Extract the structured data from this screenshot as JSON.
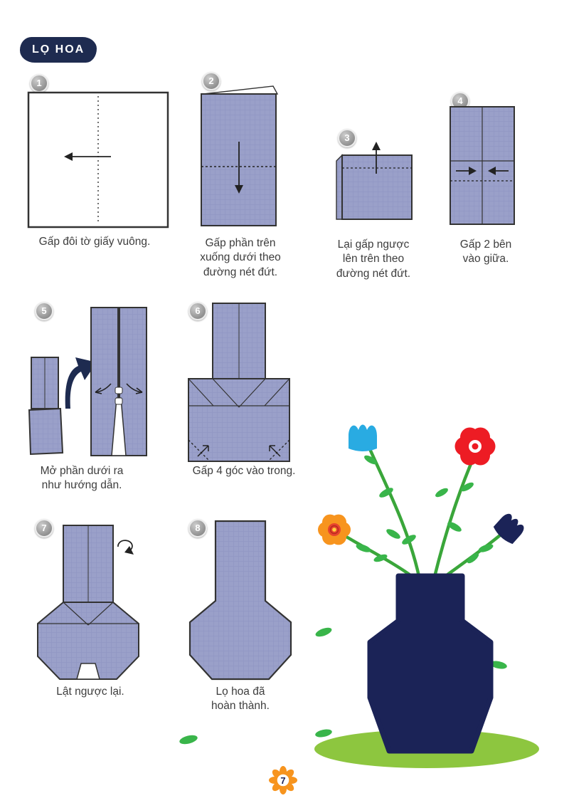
{
  "page": {
    "badge": "LỌ HOA",
    "page_number": "7"
  },
  "steps": [
    {
      "number": "1",
      "caption": "Gấp đôi tờ giấy vuông."
    },
    {
      "number": "2",
      "caption": "Gấp phần trên\nxuống dưới theo\nđường nét đứt."
    },
    {
      "number": "3",
      "caption": "Lại gấp ngược\nlên trên theo\nđường nét đứt."
    },
    {
      "number": "4",
      "caption": "Gấp 2 bên\nvào giữa."
    },
    {
      "number": "5",
      "caption": "Mở phần dưới ra\nnhư hướng dẫn."
    },
    {
      "number": "6",
      "caption": "Gấp 4 góc vào trong."
    },
    {
      "number": "7",
      "caption": "Lật ngược lại."
    },
    {
      "number": "8",
      "caption": "Lọ hoa đã\nhoàn thành."
    }
  ],
  "colors": {
    "paper": "#9aa0c9",
    "paper_grid": "#9197c4",
    "outline": "#333333",
    "badge_bg": "#1e2b50",
    "vase_navy": "#1b2357",
    "grass_green": "#8dc63f",
    "leaf_green": "#39b54a",
    "stem_green": "#3aa63a",
    "flower_blue": "#29abe2",
    "flower_red": "#ed1c24",
    "flower_orange": "#f7941e",
    "flower_center_red": "#e8432d",
    "flower_center_yellow": "#ffd23f",
    "page_flower_orange": "#f7941e",
    "number_circle_gray": "#9a9a9a",
    "text": "#3d3d3d"
  }
}
